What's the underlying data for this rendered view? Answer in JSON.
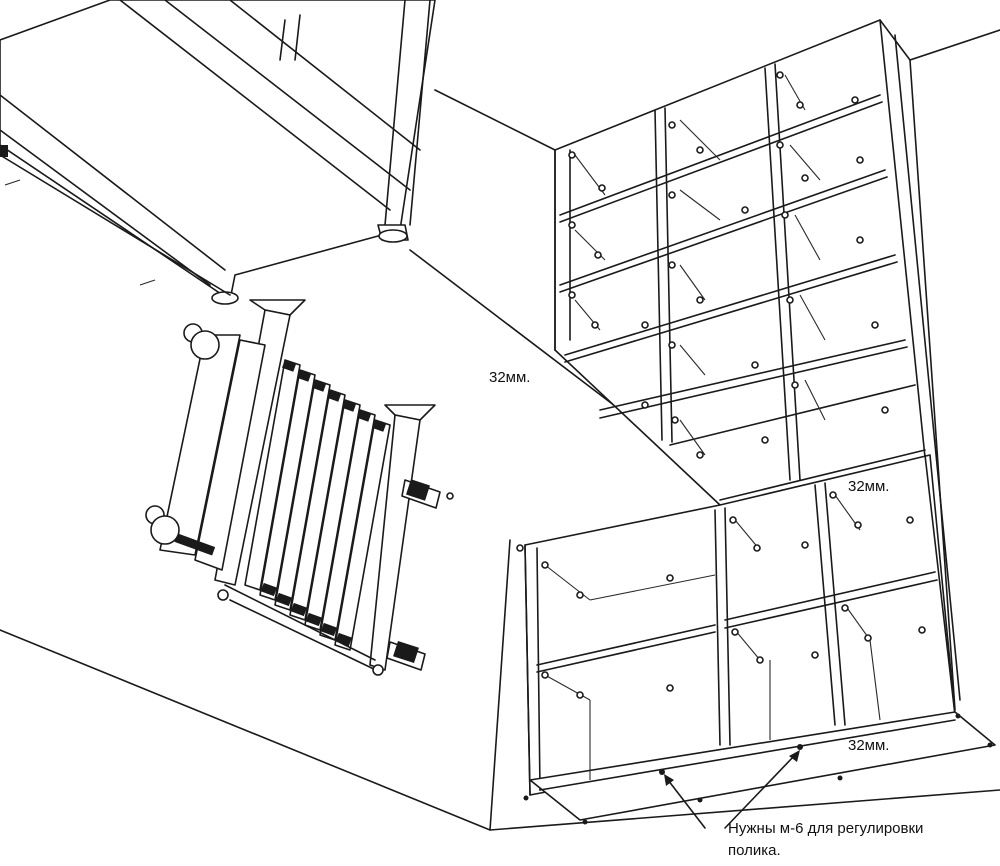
{
  "labels": {
    "dim_center": "32мм.",
    "dim_right_upper": "32мм.",
    "dim_right_lower": "32мм.",
    "note_line1": "Нужны м-6 для регулировки",
    "note_line2": "полика."
  }
}
